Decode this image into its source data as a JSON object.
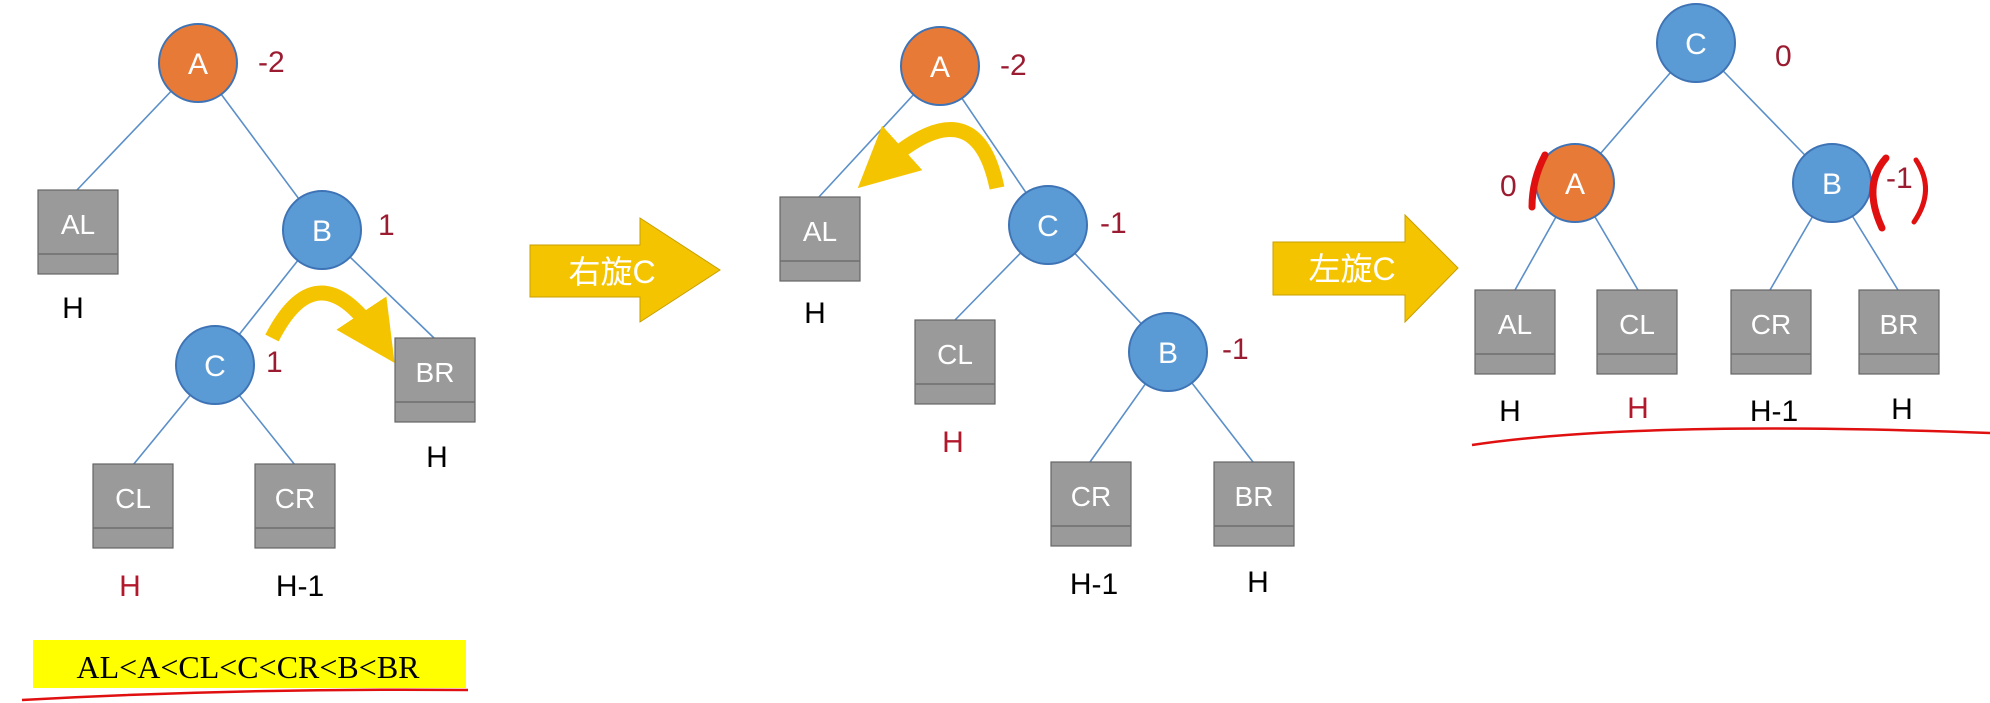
{
  "colors": {
    "node_orange": "#E87A38",
    "node_blue": "#5B9BD5",
    "subtree_gray": "#9A9A9A",
    "edge": "#5B8FC9",
    "balance_text": "#9B1B30",
    "height_red": "#B2182B",
    "rotate_arrow": "#F5C400",
    "annotation_red": "#E01010",
    "highlight_yellow": "#FFFF00"
  },
  "panel1": {
    "nodes": {
      "A": "A",
      "B": "B",
      "C": "C"
    },
    "balances": {
      "A": "-2",
      "B": "1",
      "C": "1"
    },
    "subtrees": {
      "AL": "AL",
      "BR": "BR",
      "CL": "CL",
      "CR": "CR"
    },
    "heights": {
      "AL": "H",
      "BR": "H",
      "CL": "H",
      "CR": "H-1"
    },
    "ordering": "AL<A<CL<C<CR<B<BR"
  },
  "step1": {
    "label": "右旋C"
  },
  "panel2": {
    "nodes": {
      "A": "A",
      "C": "C",
      "B": "B"
    },
    "balances": {
      "A": "-2",
      "C": "-1",
      "B": "-1"
    },
    "subtrees": {
      "AL": "AL",
      "CL": "CL",
      "CR": "CR",
      "BR": "BR"
    },
    "heights": {
      "AL": "H",
      "CL": "H",
      "CR": "H-1",
      "BR": "H"
    }
  },
  "step2": {
    "label": "左旋C"
  },
  "panel3": {
    "nodes": {
      "C": "C",
      "A": "A",
      "B": "B"
    },
    "balances": {
      "C": "0",
      "A": "0",
      "B": "-1"
    },
    "subtrees": {
      "AL": "AL",
      "CL": "CL",
      "CR": "CR",
      "BR": "BR"
    },
    "heights": {
      "AL": "H",
      "CL": "H",
      "CR": "H-1",
      "BR": "H"
    }
  }
}
